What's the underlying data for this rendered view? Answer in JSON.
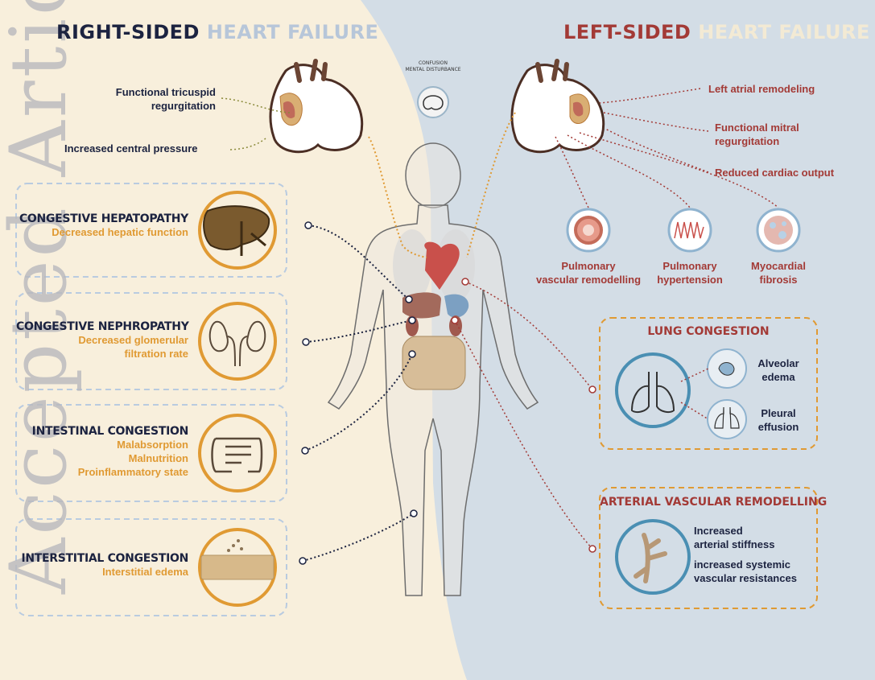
{
  "right_title": {
    "part1": "RIGHT-SIDED",
    "part2": "HEART FAILURE"
  },
  "left_title": {
    "part1": "LEFT-SIDED",
    "part2": "HEART FAILURE"
  },
  "watermark": "Accepted Article",
  "brain_label": {
    "line1": "CONFUSION",
    "line2": "MENTAL DISTURBANCE"
  },
  "right_heart_labels": {
    "tricuspid_1": "Functional tricuspid",
    "tricuspid_2": "regurgitation",
    "central_pressure": "Increased central pressure"
  },
  "left_heart_labels": {
    "atrial": "Left atrial remodeling",
    "mitral_1": "Functional mitral",
    "mitral_2": "regurgitation",
    "output": "Reduced cardiac output"
  },
  "left_circles": [
    {
      "line1": "Pulmonary",
      "line2": "vascular remodelling"
    },
    {
      "line1": "Pulmonary",
      "line2": "hypertension"
    },
    {
      "line1": "Myocardial",
      "line2": "fibrosis"
    }
  ],
  "sections": {
    "hepatopathy": {
      "title": "CONGESTIVE HEPATOPATHY",
      "lines": [
        "Decreased hepatic function"
      ]
    },
    "nephropathy": {
      "title": "CONGESTIVE NEPHROPATHY",
      "lines": [
        "Decreased glomerular",
        "filtration rate"
      ]
    },
    "intestinal": {
      "title": "INTESTINAL CONGESTION",
      "lines": [
        "Malabsorption",
        "Malnutrition",
        "Proinflammatory state"
      ]
    },
    "interstitial": {
      "title": "INTERSTITIAL CONGESTION",
      "lines": [
        "Interstitial edema"
      ]
    }
  },
  "lung_congestion": {
    "title": "LUNG CONGESTION",
    "item1_1": "Alveolar",
    "item1_2": "edema",
    "item2_1": "Pleural",
    "item2_2": "effusion"
  },
  "arterial": {
    "title": "ARTERIAL VASCULAR REMODELLING",
    "a1": "Increased",
    "a2": "arterial stiffness",
    "b1": "increased systemic",
    "b2": "vascular resistances"
  },
  "colors": {
    "cream": "#f8efdc",
    "blue_bg": "#d3dde6",
    "navy": "#1c2340",
    "red": "#a33a36",
    "orange": "#e09a33",
    "teal_circle": "#4a8fb3",
    "dash_blue": "#b9cbe0"
  }
}
